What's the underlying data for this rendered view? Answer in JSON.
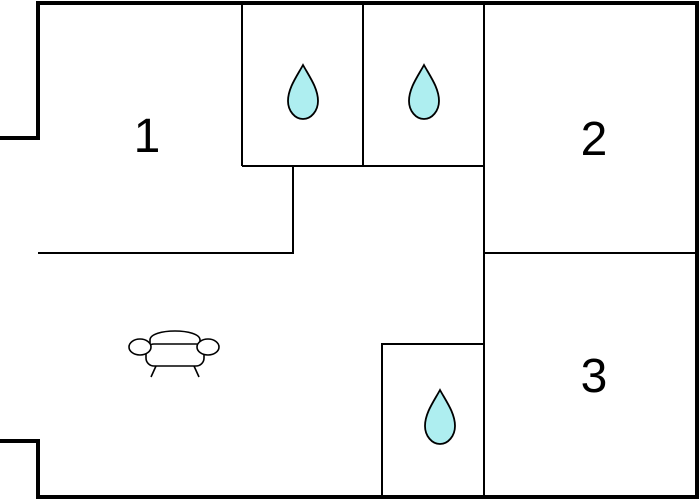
{
  "rooms": [
    {
      "label": "1"
    },
    {
      "label": "2"
    },
    {
      "label": "3"
    }
  ],
  "icons": {
    "bathroom": "water-drop-icon",
    "living": "sofa-icon"
  },
  "colors": {
    "wall": "#000000",
    "background": "#ffffff",
    "water": "#aeeef0"
  }
}
